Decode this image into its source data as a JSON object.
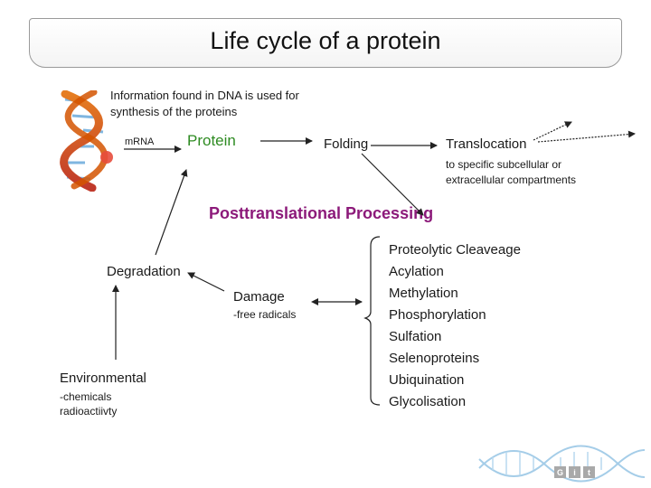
{
  "title": "Life cycle of a protein",
  "dna_info": "Information found in DNA is used for synthesis of  the proteins",
  "mrna": "mRNA",
  "protein": "Protein",
  "folding": "Folding",
  "translocation": "Translocation",
  "translocation_note": "to specific subcellular or extracellular compartments",
  "ptp_heading": "Posttranslational Processing",
  "degradation": "Degradation",
  "damage": "Damage",
  "damage_note": "-free radicals",
  "environmental": "Environmental",
  "env_note_1": "-chemicals",
  "env_note_2": "radioactiivty",
  "modifications": [
    "Proteolytic Cleaveage",
    "Acylation",
    "Methylation",
    "Phosphorylation",
    "Sulfation",
    "Selenoproteins",
    "Ubiquination",
    "Glycolisation"
  ],
  "logo_letters": [
    "G",
    "i",
    "t"
  ],
  "colors": {
    "protein": "#2e8b22",
    "heading": "#8c1a7a",
    "helix_red": "#c0392b",
    "helix_orange": "#e67e22"
  }
}
